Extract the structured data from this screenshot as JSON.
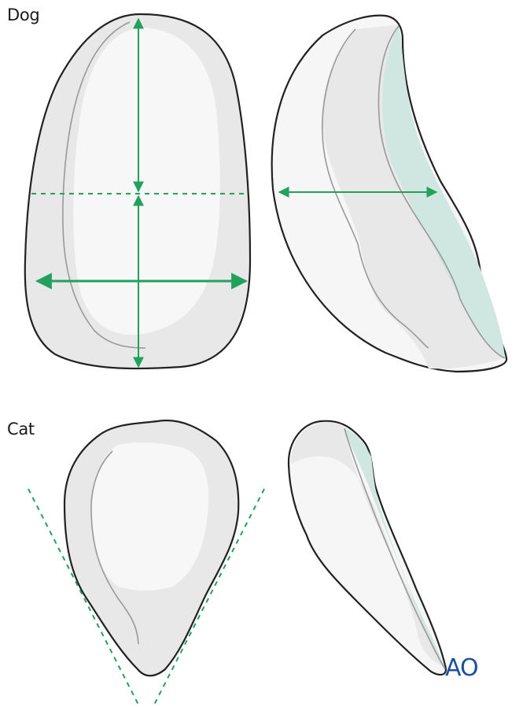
{
  "labels": {
    "dog": "Dog",
    "cat": "Cat"
  },
  "logo": {
    "text": "AO",
    "color": "#1d4ea0"
  },
  "colors": {
    "outline": "#222222",
    "body_fill": "#e8e8e8",
    "highlight_fill": "#f7f7f7",
    "groove": "#999999",
    "mint_face": "#d0e6e0",
    "measure_green": "#22a05e"
  },
  "figures": [
    {
      "id": "dog-front",
      "species": "Dog",
      "view": "front",
      "annotations": [
        "vertical double arrow (height) split at dashed midline",
        "horizontal dashed midline",
        "horizontal double arrow (width) in lower third"
      ]
    },
    {
      "id": "dog-side",
      "species": "Dog",
      "view": "lateral",
      "annotations": [
        "horizontal double arrow (thickness)"
      ]
    },
    {
      "id": "cat-front",
      "species": "Cat",
      "view": "front",
      "annotations": [
        "two dashed tangent lines forming a V"
      ]
    },
    {
      "id": "cat-side",
      "species": "Cat",
      "view": "lateral",
      "annotations": []
    }
  ]
}
